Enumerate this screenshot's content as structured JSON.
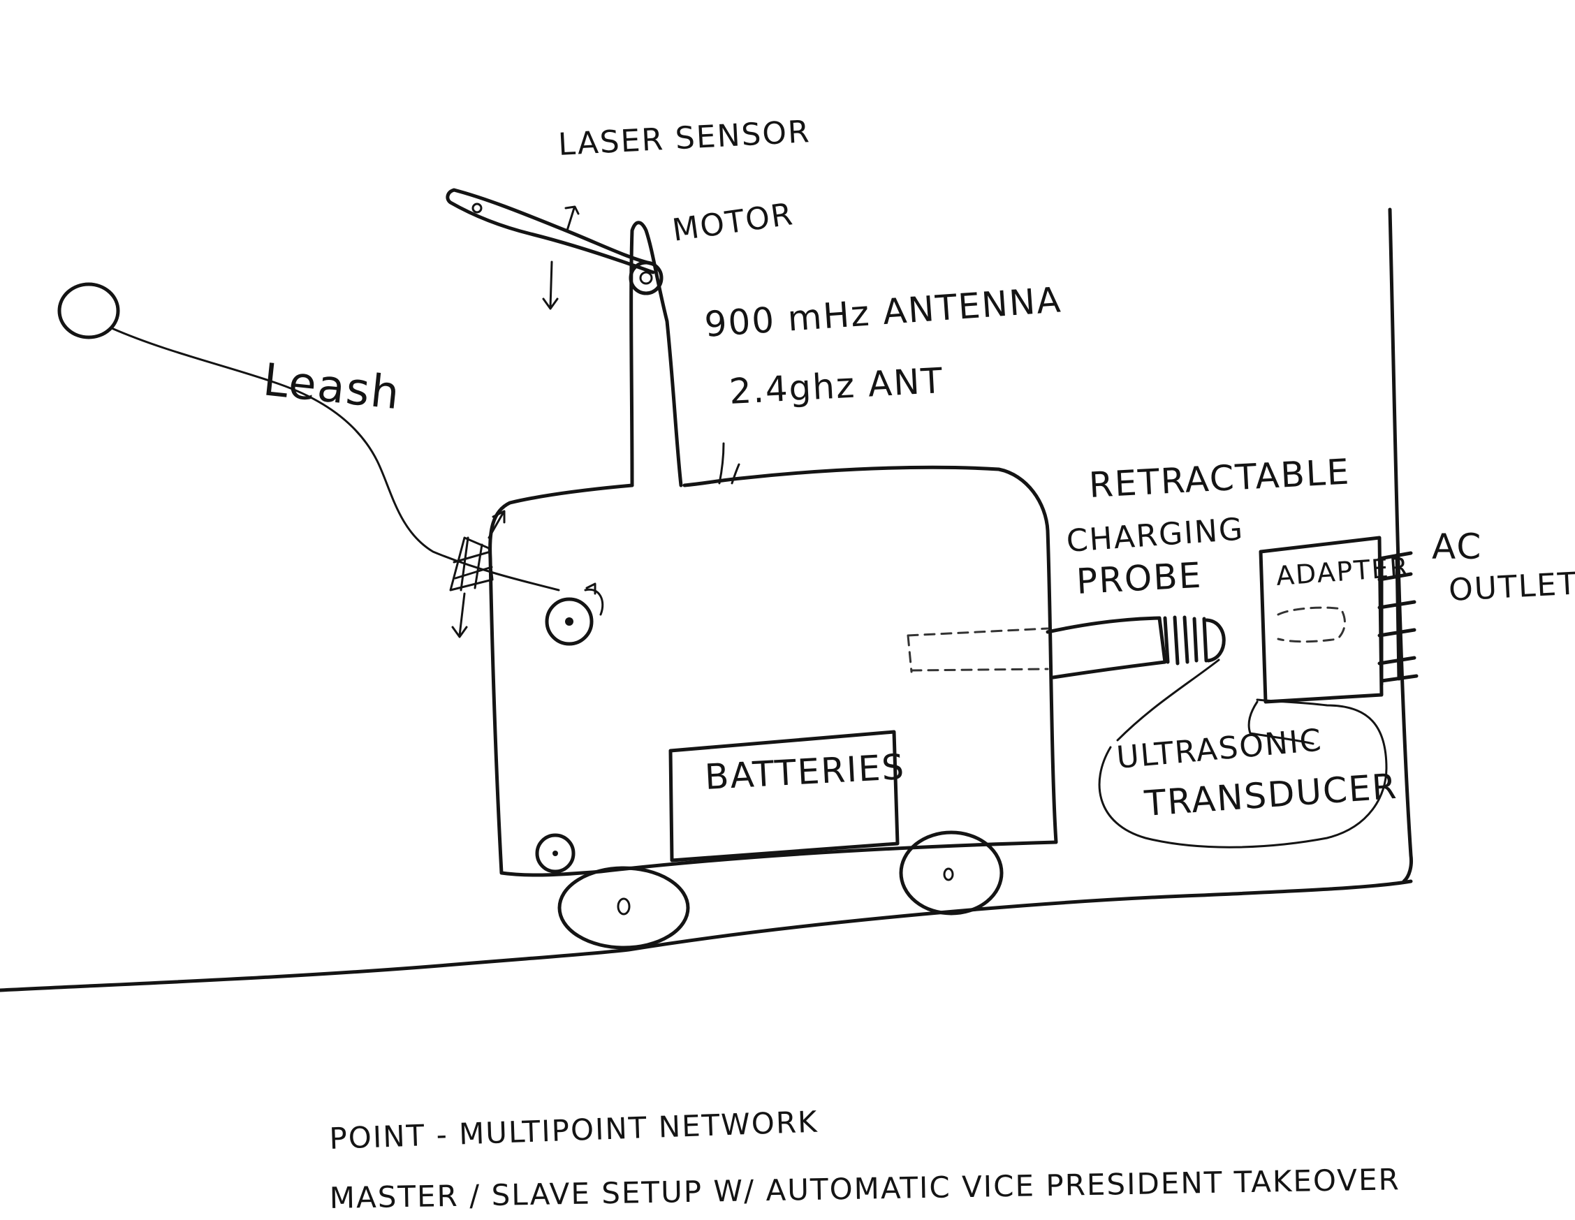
{
  "labels": {
    "laser_sensor": "LASER SENSOR",
    "motor": "MOTOR",
    "antenna_900": "900 mHz ANTENNA",
    "antenna_24": "2.4ghz ANT",
    "leash": "Leash",
    "retractable": "RETRACTABLE",
    "charging": "CHARGING",
    "probe": "PROBE",
    "adapter": "ADAPTER",
    "ac": "AC",
    "outlet": "OUTLET",
    "batteries": "BATTERIES",
    "ultrasonic": "ULTRASONIC",
    "transducer": "TRANSDUCER"
  },
  "notes": {
    "line1": "POINT - MULTIPOINT NETWORK",
    "line2": "MASTER / SLAVE SETUP W/ AUTOMATIC VICE PRESIDENT TAKEOVER"
  },
  "colors": {
    "ink": "#141414",
    "paper": "#ffffff"
  }
}
